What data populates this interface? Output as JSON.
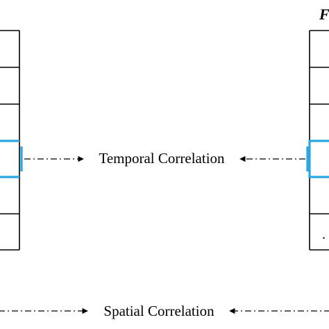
{
  "labels": {
    "temporal": "Temporal Correlation",
    "spatial": "Spatial Correlation",
    "corner": "F"
  },
  "right_stack_ellipsis": ".",
  "colors": {
    "stroke": "#000000",
    "highlight": "#2aa7e0",
    "background": "#ffffff"
  }
}
